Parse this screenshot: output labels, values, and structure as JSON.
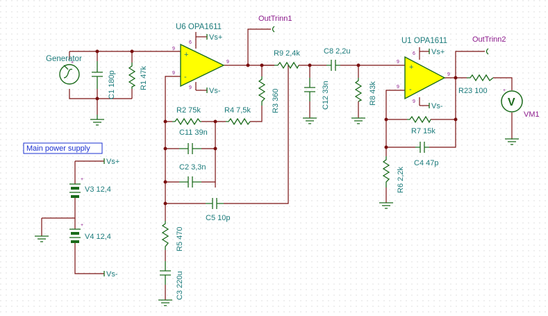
{
  "schematic": {
    "opamp_u6": {
      "ref": "U6 OPA1611",
      "pin_in_plus": "9",
      "pin_out": "9",
      "pin_in_minus": "9",
      "pin_vplus": "6",
      "pin_vminus": "9"
    },
    "opamp_u1": {
      "ref": "U1 OPA1611",
      "pin_in_plus": "9",
      "pin_out": "9",
      "pin_in_minus": "9",
      "pin_vplus": "6",
      "pin_vminus": "9"
    },
    "generator": "Generator",
    "vsplus": "Vs+",
    "vsminus": "Vs-",
    "out1": "OutTrinn1",
    "out2": "OutTrinn2",
    "vm1": "VM1",
    "vm_symbol": "V",
    "box": "Main power supply",
    "components": {
      "c1": "C1 180p",
      "r1": "R1 47k",
      "r2": "R2 75k",
      "r4": "R4 7,5k",
      "r3": "R3 360",
      "c11": "C11 39n",
      "c2": "C2 3,3n",
      "c5": "C5 10p",
      "r5": "R5 470",
      "c3": "C3 220u",
      "r9": "R9 2,4k",
      "c8": "C8 2,2u",
      "c12": "C12 33n",
      "r8": "R8 43k",
      "r7": "R7 15k",
      "c4": "C4 47p",
      "r6": "R6 2,2k",
      "r23": "R23 100",
      "v3": "V3 12,4",
      "v4": "V4 12,4"
    },
    "polarity": {
      "plus": "+",
      "minus": "-"
    },
    "colors": {
      "wire": "#7a1010",
      "component": "#1b6b1b",
      "label": "#1a7a7a",
      "port": "#8b1a8b",
      "opamp_fill": "#ffff00",
      "grid_dot": "#c8c8c8"
    }
  }
}
